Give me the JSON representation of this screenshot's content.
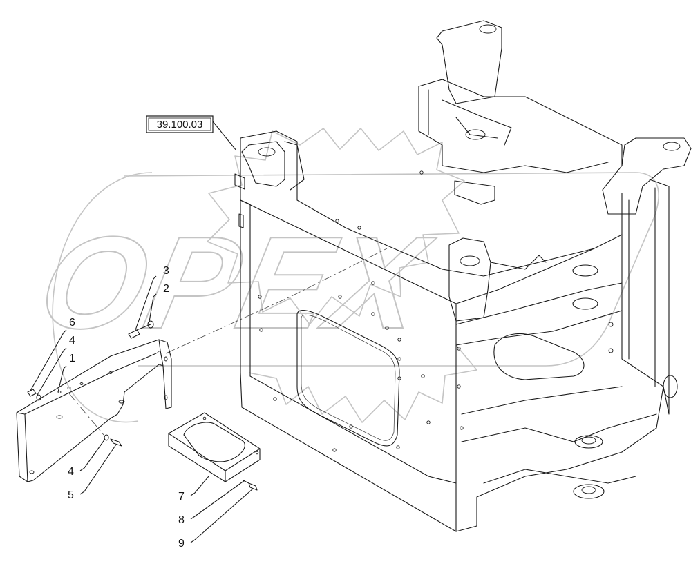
{
  "reference_box": {
    "label": "39.100.03"
  },
  "watermark": {
    "text": "OPEX",
    "color": "#c4c4c4"
  },
  "callouts": {
    "c1": "1",
    "c2": "2",
    "c3": "3",
    "c4_top": "4",
    "c4_bottom": "4",
    "c5": "5",
    "c6": "6",
    "c7": "7",
    "c8": "8",
    "c9": "9"
  }
}
